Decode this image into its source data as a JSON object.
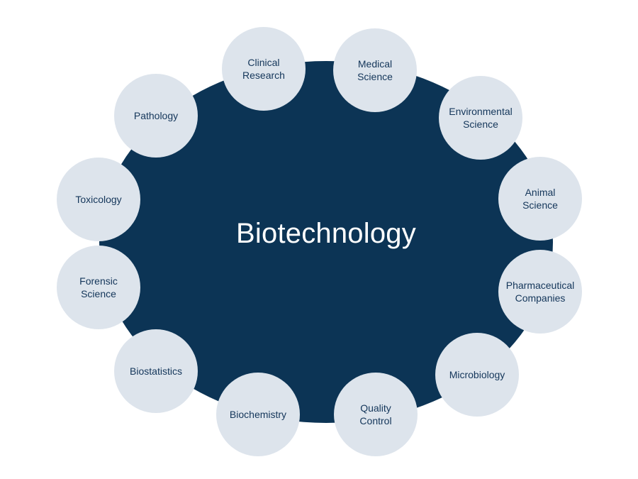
{
  "center": {
    "label": "Biotechnology"
  },
  "fields": [
    {
      "label": "Clinical\nResearch"
    },
    {
      "label": "Medical\nScience"
    },
    {
      "label": "Environmental\nScience"
    },
    {
      "label": "Animal\nScience"
    },
    {
      "label": "Pharmaceutical\nCompanies"
    },
    {
      "label": "Microbiology"
    },
    {
      "label": "Quality\nControl"
    },
    {
      "label": "Biochemistry"
    },
    {
      "label": "Biostatistics"
    },
    {
      "label": "Forensic\nScience"
    },
    {
      "label": "Toxicology"
    },
    {
      "label": "Pathology"
    }
  ],
  "colors": {
    "hub": "#0c3455",
    "node": "#dde4ec",
    "node_text": "#14365a",
    "hub_text": "#ffffff"
  }
}
